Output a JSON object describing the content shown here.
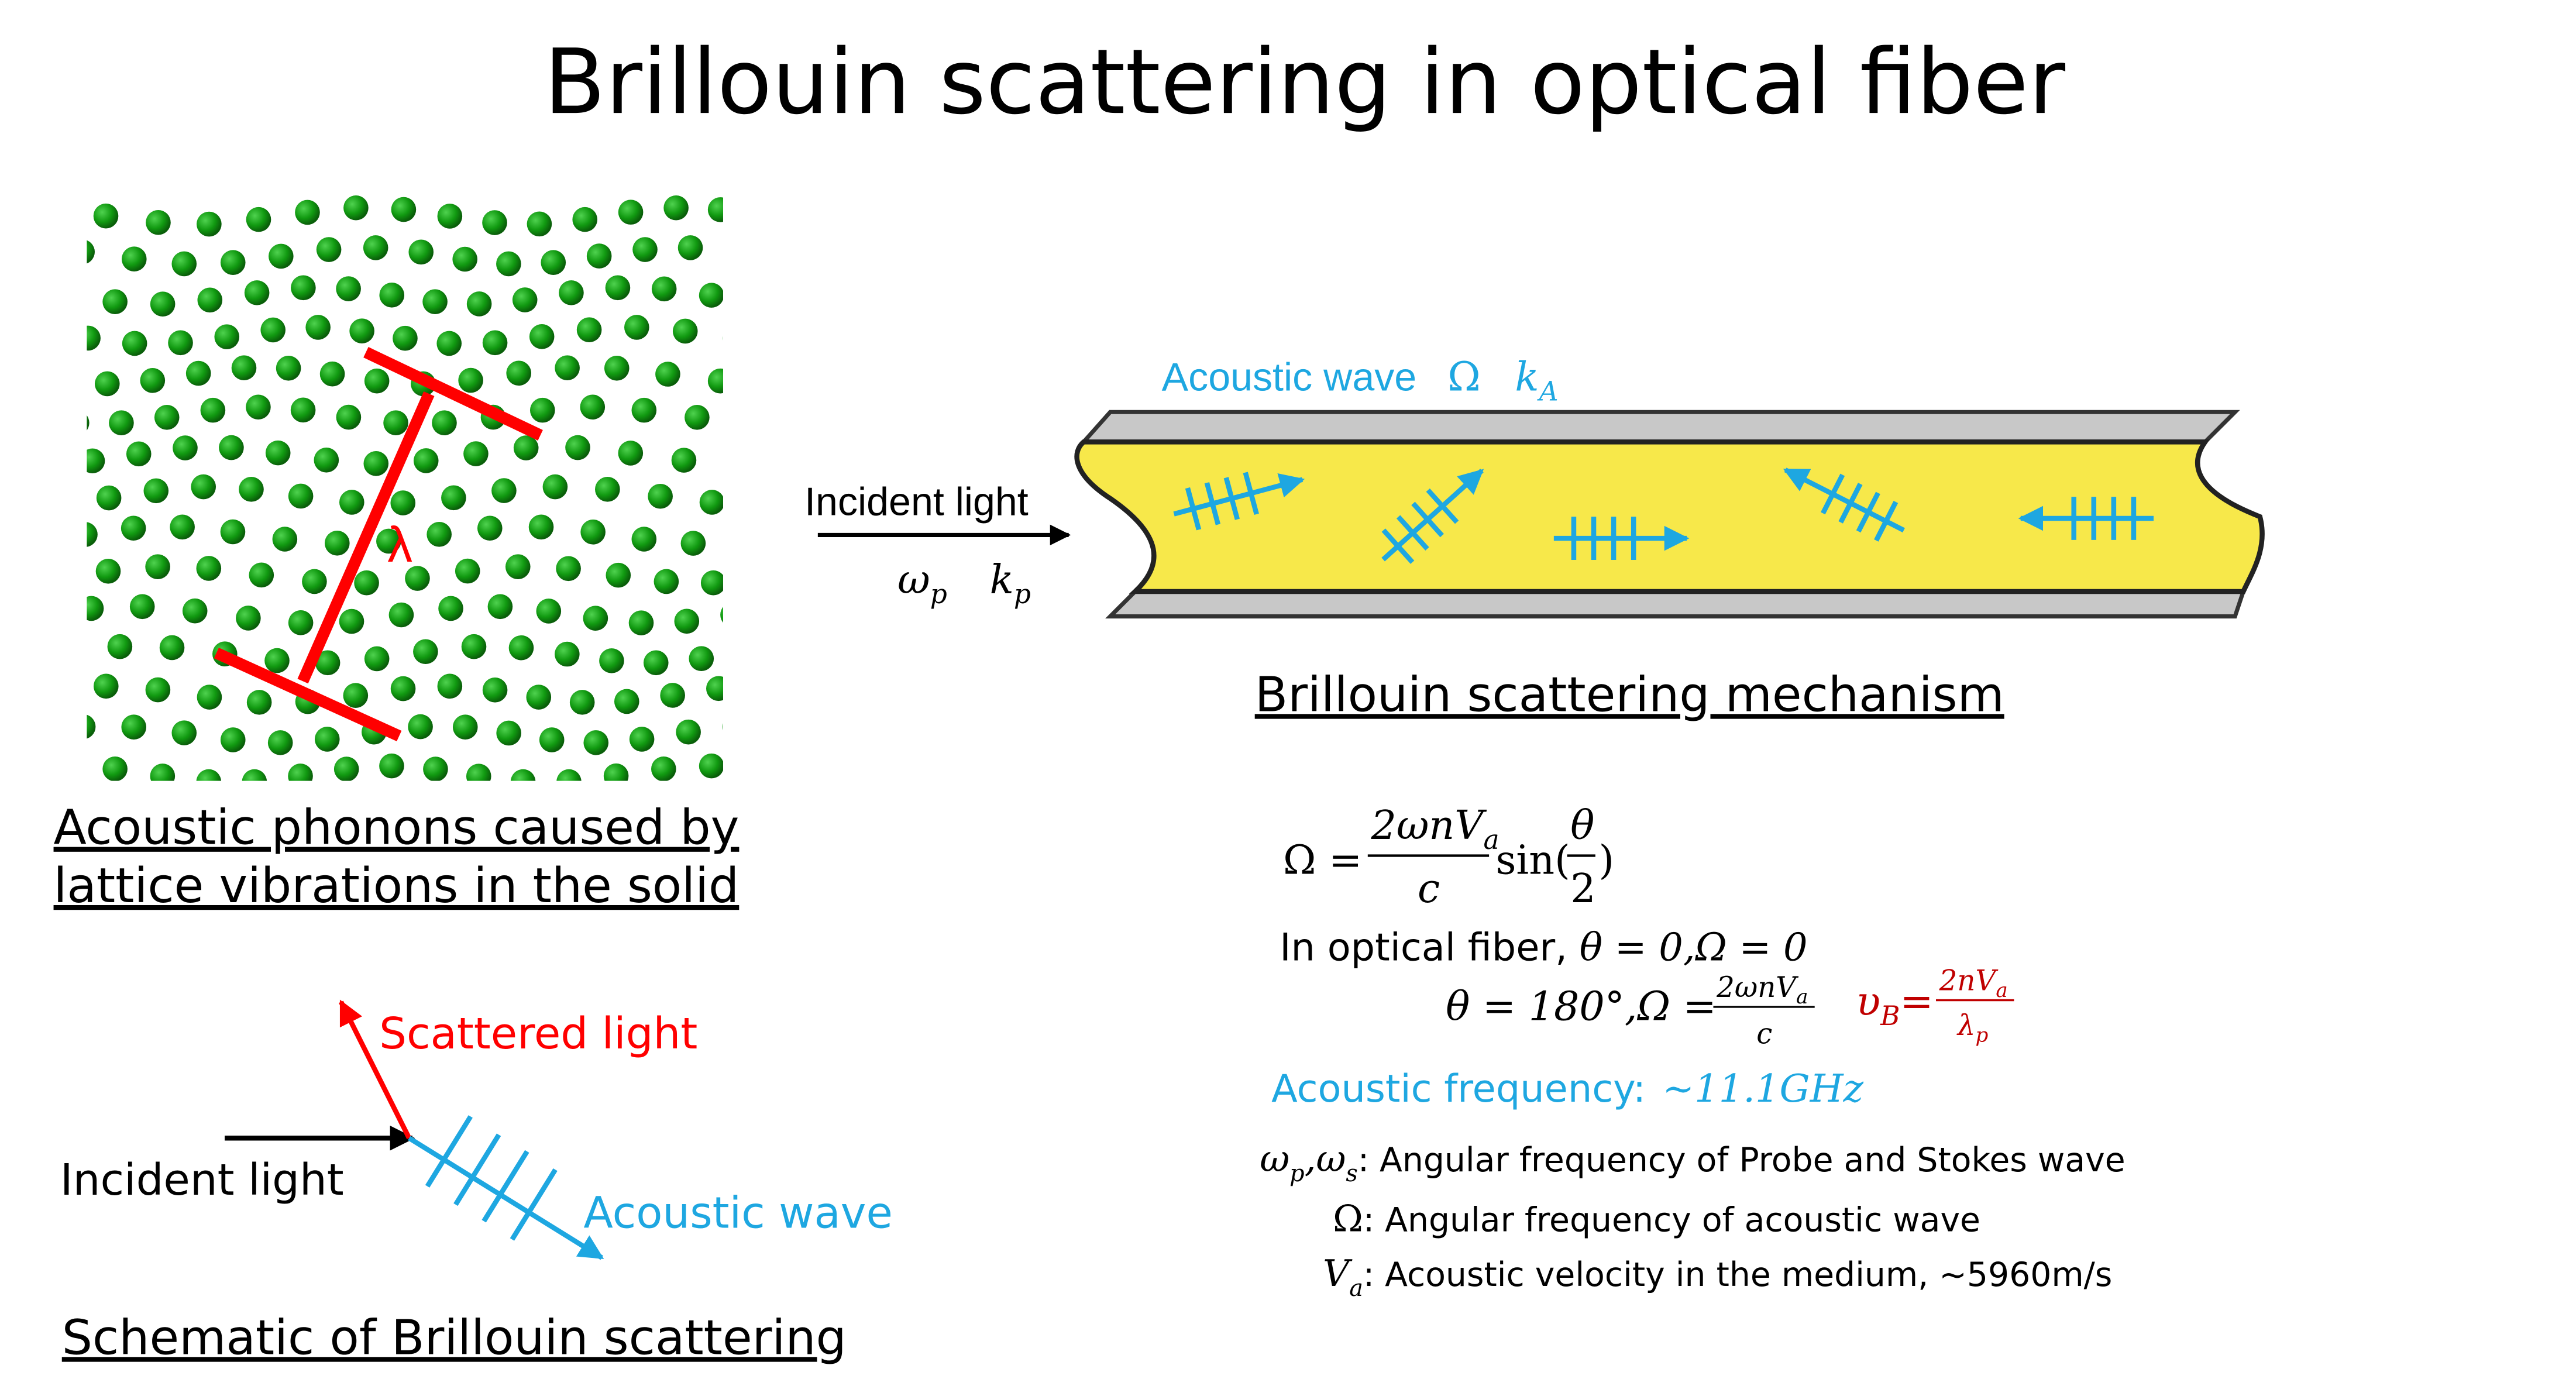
{
  "title": "Brillouin scattering in optical fiber",
  "colors": {
    "cyan": "#1ea7e1",
    "red": "#ff0000",
    "dark_red": "#c00000",
    "atom_green": "#119a11",
    "fiber_yellow": "#f7e84a",
    "cladding_gray": "#c8c8c8"
  },
  "lattice": {
    "wavelength_symbol": "λ",
    "caption_line1": "Acoustic phonons caused by",
    "caption_line2": "lattice vibrations in the solid"
  },
  "schematic": {
    "incident_label": "Incident light",
    "scattered_label": "Scattered light",
    "acoustic_label": "Acoustic wave",
    "caption": "Schematic of Brillouin scattering"
  },
  "fiber": {
    "acoustic_label": "Acoustic wave",
    "acoustic_omega": "Ω",
    "acoustic_k": "k",
    "acoustic_k_sub": "A",
    "incident_label": "Incident light",
    "incident_omega": "ω",
    "incident_omega_sub": "p",
    "incident_k": "k",
    "incident_k_sub": "p",
    "caption": "Brillouin scattering mechanism"
  },
  "equations": {
    "eq1_lhs": "Ω =",
    "eq1_num": "2ωnV",
    "eq1_num_sub": "a",
    "eq1_den": "c",
    "eq1_sin": "sin(",
    "eq1_theta": "θ",
    "eq1_two": "2",
    "eq1_close": ")",
    "line2_text": "In optical fiber, ",
    "line2_math": "θ = 0,Ω = 0",
    "eq3_lhs": "θ = 180°,Ω =",
    "eq3_num": "2ωnV",
    "eq3_num_sub": "a",
    "eq3_den": "c",
    "vb_sym": "υ",
    "vb_sub": "B",
    "vb_eq": "=",
    "vb_num": "2nV",
    "vb_num_sub": "a",
    "vb_den": "λ",
    "vb_den_sub": "p",
    "freq_label": "Acoustic frequency:",
    "freq_value": "~11.1GHz"
  },
  "definitions": [
    {
      "symbol": "ω",
      "sub1": "p",
      "mid": ",ω",
      "sub2": "s",
      "text": ": Angular frequency of Probe and Stokes wave"
    },
    {
      "symbol": "Ω",
      "text": ": Angular frequency of acoustic wave"
    },
    {
      "symbol": "V",
      "sub1": "a",
      "text": ": Acoustic velocity in the medium, ~5960m/s"
    }
  ]
}
